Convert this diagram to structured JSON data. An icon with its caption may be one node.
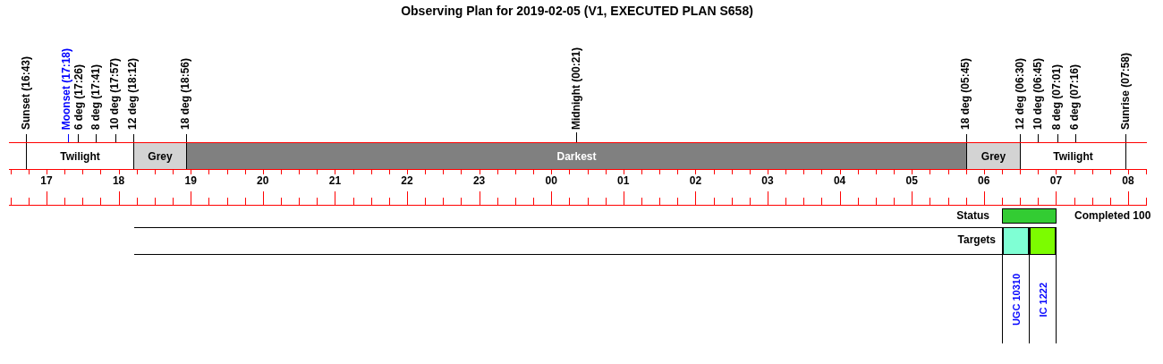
{
  "diagram": {
    "title": "Observing Plan for 2019-02-05 (V1, EXECUTED PLAN S658)",
    "nodes": [
      {
        "text": [
          "Twilight"
        ]
      },
      {
        "text": [
          "Grey"
        ]
      },
      {
        "text": [
          "Darkest"
        ]
      },
      {
        "text": [
          "Grey"
        ]
      },
      {
        "text": [
          "Twilight"
        ]
      },
      {
        "text": [],
        "shape": "box"
      },
      {
        "text": [
          "UGC 10310"
        ]
      },
      {
        "text": [],
        "shape": "box",
        "in": 6
      },
      {
        "text": [
          "IC 1222"
        ]
      },
      {
        "text": [],
        "shape": "box",
        "in": 8
      }
    ],
    "labels": [
      "Sunset (16:43)",
      "Moonset (17:18)",
      "6 deg (17:26)",
      "8 deg (17:41)",
      "10 deg (17:57)",
      "12 deg (18:12)",
      "18 deg (18:56)",
      "Midnight (00:21)",
      "18 deg (05:45)",
      "12 deg (06:30)",
      "10 deg (06:45)",
      "8 deg (07:01)",
      "6 deg (07:16)",
      "Sunrise (07:58)",
      "17",
      "18",
      "19",
      "20",
      "21",
      "22",
      "23",
      "00",
      "01",
      "02",
      "03",
      "04",
      "05",
      "06",
      "07",
      "08",
      "Status",
      "Completed 100",
      "Targets"
    ]
  }
}
